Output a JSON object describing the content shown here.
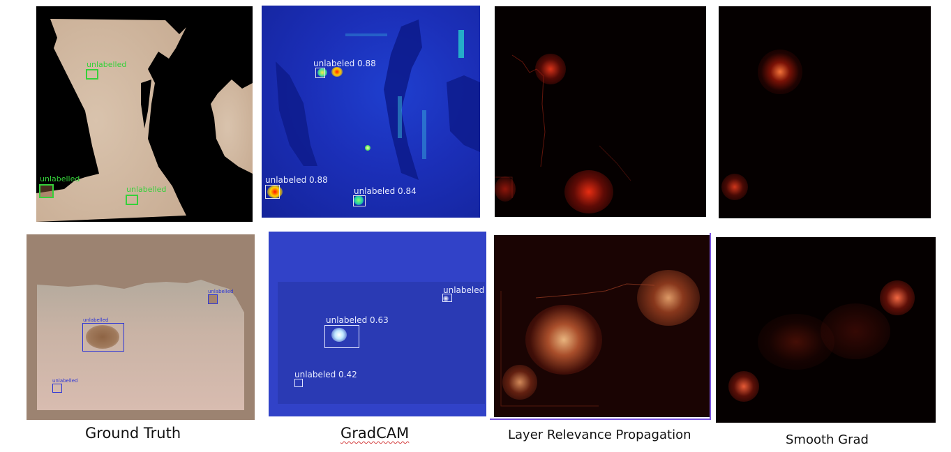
{
  "figure": {
    "captions": {
      "ground_truth": "Ground Truth",
      "gradcam": "GradCAM",
      "lrp": "Layer Relevance Propagation",
      "smooth_grad": "Smooth Grad"
    },
    "row1": {
      "gt_labels": [
        "unlabelled",
        "unlabelled",
        "unlabelled"
      ],
      "gradcam_labels": [
        "unlabeled 0.88",
        "unlabeled 0.88",
        "unlabeled 0.84"
      ]
    },
    "row2": {
      "gt_labels": [
        "unlabelled",
        "unlabelled",
        "unlabelled"
      ],
      "gradcam_labels": [
        "unlabeled",
        "unlabeled 0.63",
        "unlabeled 0.42"
      ]
    }
  }
}
